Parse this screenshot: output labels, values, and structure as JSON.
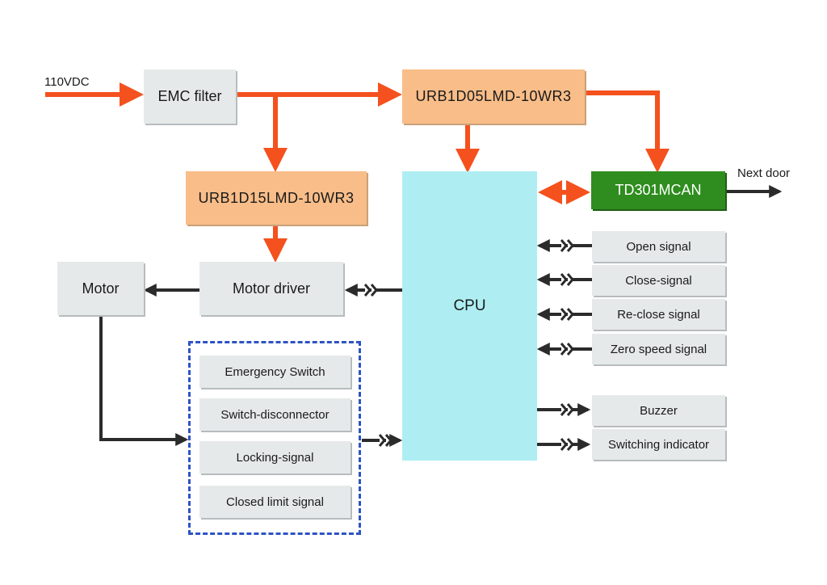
{
  "input_label": "110VDC",
  "output_label": "Next door",
  "blocks": {
    "emc_filter": "EMC filter",
    "urb_5v": "URB1D05LMD-10WR3",
    "urb_15v": "URB1D15LMD-10WR3",
    "can": "TD301MCAN",
    "cpu": "CPU",
    "motor_driver": "Motor driver",
    "motor": "Motor"
  },
  "input_signals": [
    "Open signal",
    "Close-signal",
    "Re-close signal",
    "Zero speed signal"
  ],
  "output_signals": [
    "Buzzer",
    "Switching indicator"
  ],
  "safety_group": [
    "Emergency Switch",
    "Switch-disconnector",
    "Locking-signal",
    "Closed limit signal"
  ],
  "colors": {
    "power": "#f4511e",
    "signal": "#2b2b2b",
    "converter": "#f8bd88",
    "can": "#2f8d1f",
    "cpu": "#aeeef3",
    "block": "#e6e9ea",
    "group_border": "#2d53c5"
  }
}
